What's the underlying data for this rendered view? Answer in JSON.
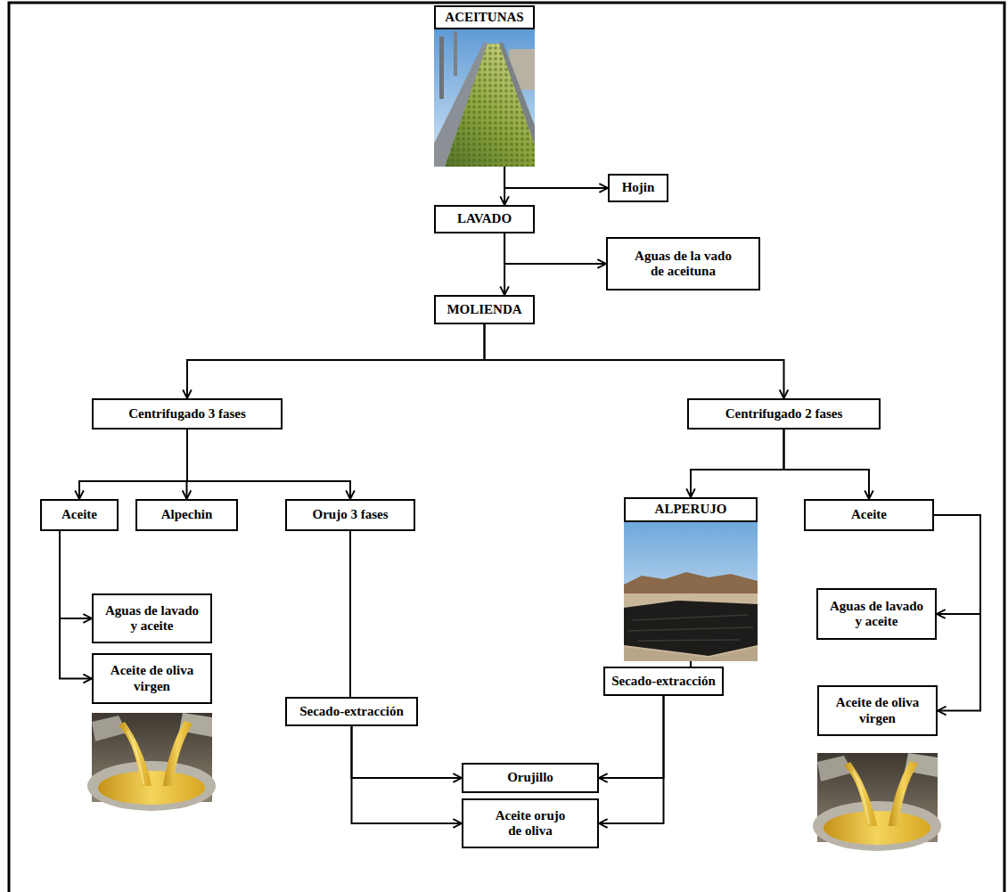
{
  "diagram": {
    "nodes": [
      {
        "text": [
          "ACEITUNAS"
        ]
      },
      {
        "text": [
          "Hojin"
        ]
      },
      {
        "text": [
          "LAVADO"
        ]
      },
      {
        "text": [
          "Aguas de la vado de aceituna"
        ]
      },
      {
        "text": [
          "MOLIENDA"
        ]
      },
      {
        "text": [
          "Centrifugado 3 fases"
        ]
      },
      {
        "text": [
          "Centrifugado 2 fases"
        ]
      },
      {
        "text": [
          "Aceite"
        ]
      },
      {
        "text": [
          "Alpechin"
        ]
      },
      {
        "text": [
          "Orujo 3 fases"
        ]
      },
      {
        "text": [
          "ALPERUJO"
        ]
      },
      {
        "text": [
          "Aceite"
        ]
      },
      {
        "text": [
          "Aguas de lavado y aceite"
        ]
      },
      {
        "text": [
          "Aguas de lavado y aceite"
        ]
      },
      {
        "text": [
          "Secado-extracción"
        ]
      },
      {
        "text": [
          "Secado-extracción"
        ]
      },
      {
        "text": [
          "Aceite de oliva virgen"
        ]
      },
      {
        "text": [
          "Aceite de oliva virgen"
        ]
      },
      {
        "text": [
          "Orujillo"
        ]
      },
      {
        "text": [
          "Aceite orujo de oliva"
        ]
      }
    ],
    "edges": [
      {
        "from": 0,
        "to": 1,
        "arrow": "to"
      },
      {
        "from": 0,
        "to": 2,
        "arrow": "to"
      },
      {
        "from": 2,
        "to": 3,
        "arrow": "to"
      },
      {
        "from": 2,
        "to": 4,
        "arrow": "to"
      },
      {
        "from": 4,
        "to": 5,
        "arrow": "to"
      },
      {
        "from": 4,
        "to": 6,
        "arrow": "to"
      },
      {
        "from": 5,
        "to": 7,
        "arrow": "to"
      },
      {
        "from": 5,
        "to": 8,
        "arrow": "to"
      },
      {
        "from": 5,
        "to": 9,
        "arrow": "to"
      },
      {
        "from": 6,
        "to": 10,
        "arrow": "to"
      },
      {
        "from": 6,
        "to": 11,
        "arrow": "to"
      },
      {
        "from": 7,
        "to": 12,
        "arrow": "to"
      },
      {
        "from": 7,
        "to": 16,
        "arrow": "to"
      },
      {
        "from": 11,
        "to": 13,
        "arrow": "to"
      },
      {
        "from": 11,
        "to": 17,
        "arrow": "to"
      },
      {
        "from": 9,
        "to": 14,
        "arrow": "none"
      },
      {
        "from": 10,
        "to": 15,
        "arrow": "none"
      },
      {
        "from": 14,
        "to": 18,
        "arrow": "to"
      },
      {
        "from": 14,
        "to": 19,
        "arrow": "to"
      },
      {
        "from": 15,
        "to": 18,
        "arrow": "to"
      },
      {
        "from": 15,
        "to": 19,
        "arrow": "to"
      }
    ]
  }
}
